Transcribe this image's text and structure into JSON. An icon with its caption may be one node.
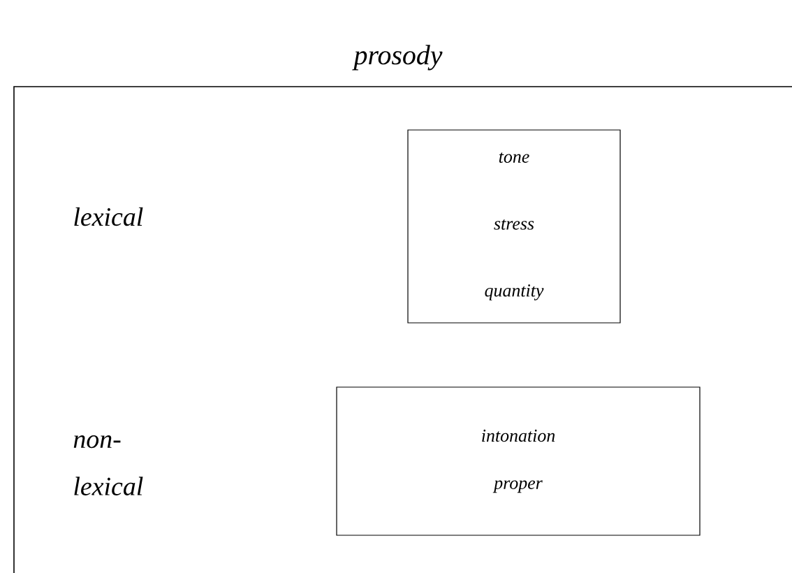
{
  "diagram": {
    "nodes": [
      {
        "text": [
          "prosody"
        ]
      },
      {
        "text": [
          "tone",
          "stress",
          "quantity"
        ],
        "in": 0
      },
      {
        "text": [
          "intonation proper"
        ],
        "in": 0
      }
    ],
    "labels": [
      "lexical",
      "non-lexical"
    ]
  }
}
